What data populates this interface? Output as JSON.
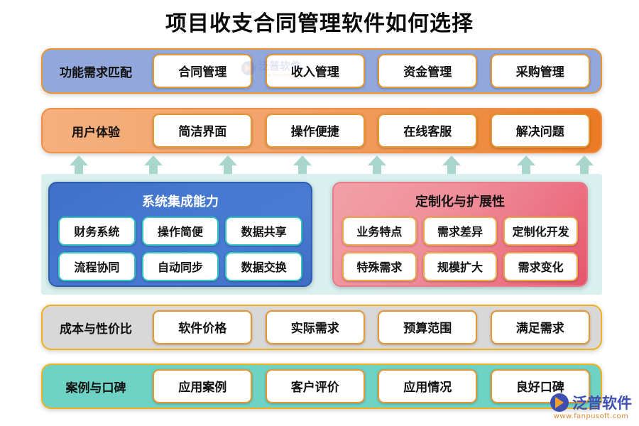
{
  "page": {
    "title": "项目收支合同管理软件如何选择"
  },
  "rows": {
    "function": {
      "label": "功能需求匹配",
      "items": [
        "合同管理",
        "收入管理",
        "资金管理",
        "采购管理"
      ]
    },
    "experience": {
      "label": "用户体验",
      "items": [
        "简洁界面",
        "操作便捷",
        "在线客服",
        "解决问题"
      ]
    },
    "cost": {
      "label": "成本与性价比",
      "items": [
        "软件价格",
        "实际需求",
        "预算范围",
        "满足需求"
      ]
    },
    "cases": {
      "label": "案例与口碑",
      "items": [
        "应用案例",
        "客户评价",
        "应用情况",
        "良好口碑"
      ]
    }
  },
  "panels": {
    "integration": {
      "title": "系统集成能力",
      "row1": [
        "财务系统",
        "操作简便",
        "数据共享"
      ],
      "row2": [
        "流程协同",
        "自动同步",
        "数据交换"
      ]
    },
    "customization": {
      "title": "定制化与扩展性",
      "row1": [
        "业务特点",
        "需求差异",
        "定制化开发"
      ],
      "row2": [
        "特殊需求",
        "规模扩大",
        "需求变化"
      ]
    }
  },
  "watermark": {
    "brand": "泛普软件",
    "url": "www.fanpusoft.com"
  },
  "colors": {
    "row_function_bg": "#92a8dc",
    "row_experience_bg": "#ef8f45",
    "row_cost_bg": "#d8d8d8",
    "row_cases_bg": "#6ed3c4",
    "panel_integration_bg": "#4678cf",
    "panel_custom_bg": "#ec6f80",
    "middle_container_bg": "#d9f0ee",
    "arrow": "#a8d5cc",
    "chip_border": "#e8962f",
    "brand": "#3f4fb0"
  }
}
